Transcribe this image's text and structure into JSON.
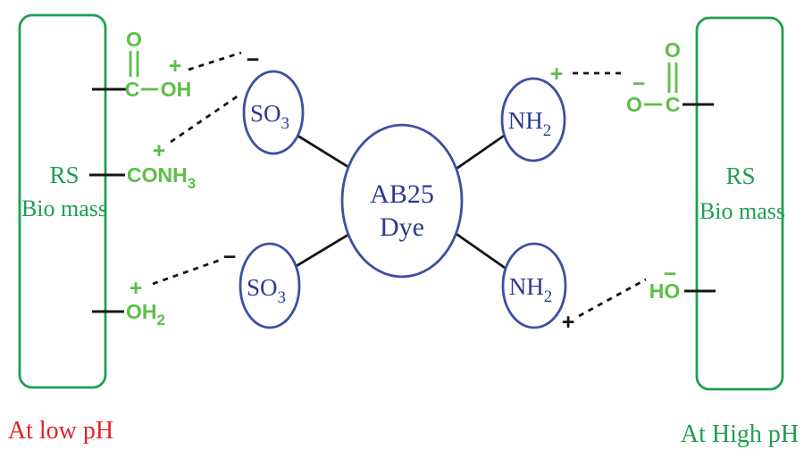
{
  "diagram": {
    "title_semantic": "AB25 dye adsorption mechanism on RS biomass at low and high pH",
    "colors": {
      "dark_green": "#1ca050",
      "light_green": "#5cbe49",
      "blue_stroke": "#3e4fa3",
      "blue_text": "#2c3a92",
      "red": "#e0232b",
      "black": "#151515"
    },
    "left_biomass": {
      "rs": "RS",
      "biomass": "Bio mass",
      "caption": "At low pH",
      "carboxyl": {
        "o": "O",
        "c": "C",
        "oh": "OH",
        "plus": "+"
      },
      "amide": {
        "main": "CONH",
        "sub": "3",
        "plus": "+"
      },
      "water": {
        "main": "OH",
        "sub": "2",
        "plus": "+"
      }
    },
    "right_biomass": {
      "rs": "RS",
      "biomass": "Bio mass",
      "caption": "At High pH",
      "carboxylate": {
        "o_top": "O",
        "o_left": "O",
        "c": "C",
        "minus": "−"
      },
      "hydroxide": {
        "main": "HO",
        "minus": "−"
      }
    },
    "dye": {
      "name": "AB25",
      "word": "Dye"
    },
    "sulfonate_top": {
      "main": "SO",
      "sub": "3",
      "minus": "−"
    },
    "sulfonate_bottom": {
      "main": "SO",
      "sub": "3",
      "minus": "−"
    },
    "amine_top": {
      "main": "NH",
      "sub": "2",
      "plus": "+"
    },
    "amine_bottom": {
      "main": "NH",
      "sub": "2",
      "plus": "+"
    }
  }
}
